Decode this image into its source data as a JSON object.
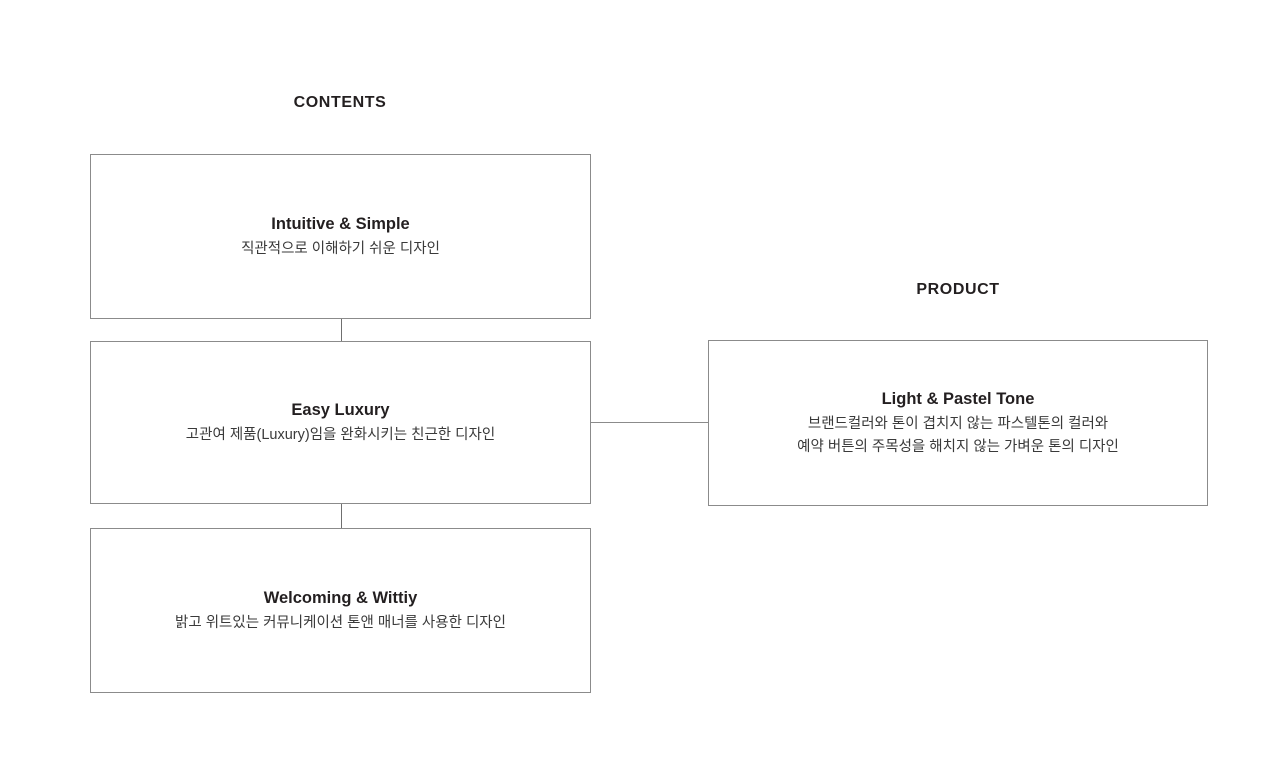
{
  "sections": {
    "contents": {
      "heading": "CONTENTS"
    },
    "product": {
      "heading": "PRODUCT"
    }
  },
  "nodes": {
    "intuitive": {
      "title": "Intuitive & Simple",
      "desc": "직관적으로 이해하기 쉬운 디자인"
    },
    "easy_luxury": {
      "title": "Easy Luxury",
      "desc": "고관여 제품(Luxury)임을 완화시키는 친근한 디자인"
    },
    "welcoming": {
      "title": "Welcoming & Wittiy",
      "desc": "밝고 위트있는 커뮤니케이션 톤앤 매너를 사용한 디자인"
    },
    "light_pastel": {
      "title": "Light & Pastel Tone",
      "desc_line1": "브랜드컬러와 톤이 겹치지 않는 파스텔톤의 컬러와",
      "desc_line2": "예약 버튼의 주목성을 해치지 않는 가벼운 톤의 디자인"
    }
  },
  "colors": {
    "background": "#ffffff",
    "box_border": "#8b8b8b",
    "connector": "#8b8b8b",
    "title_text": "#231f20",
    "desc_text": "#3a3a3a"
  }
}
